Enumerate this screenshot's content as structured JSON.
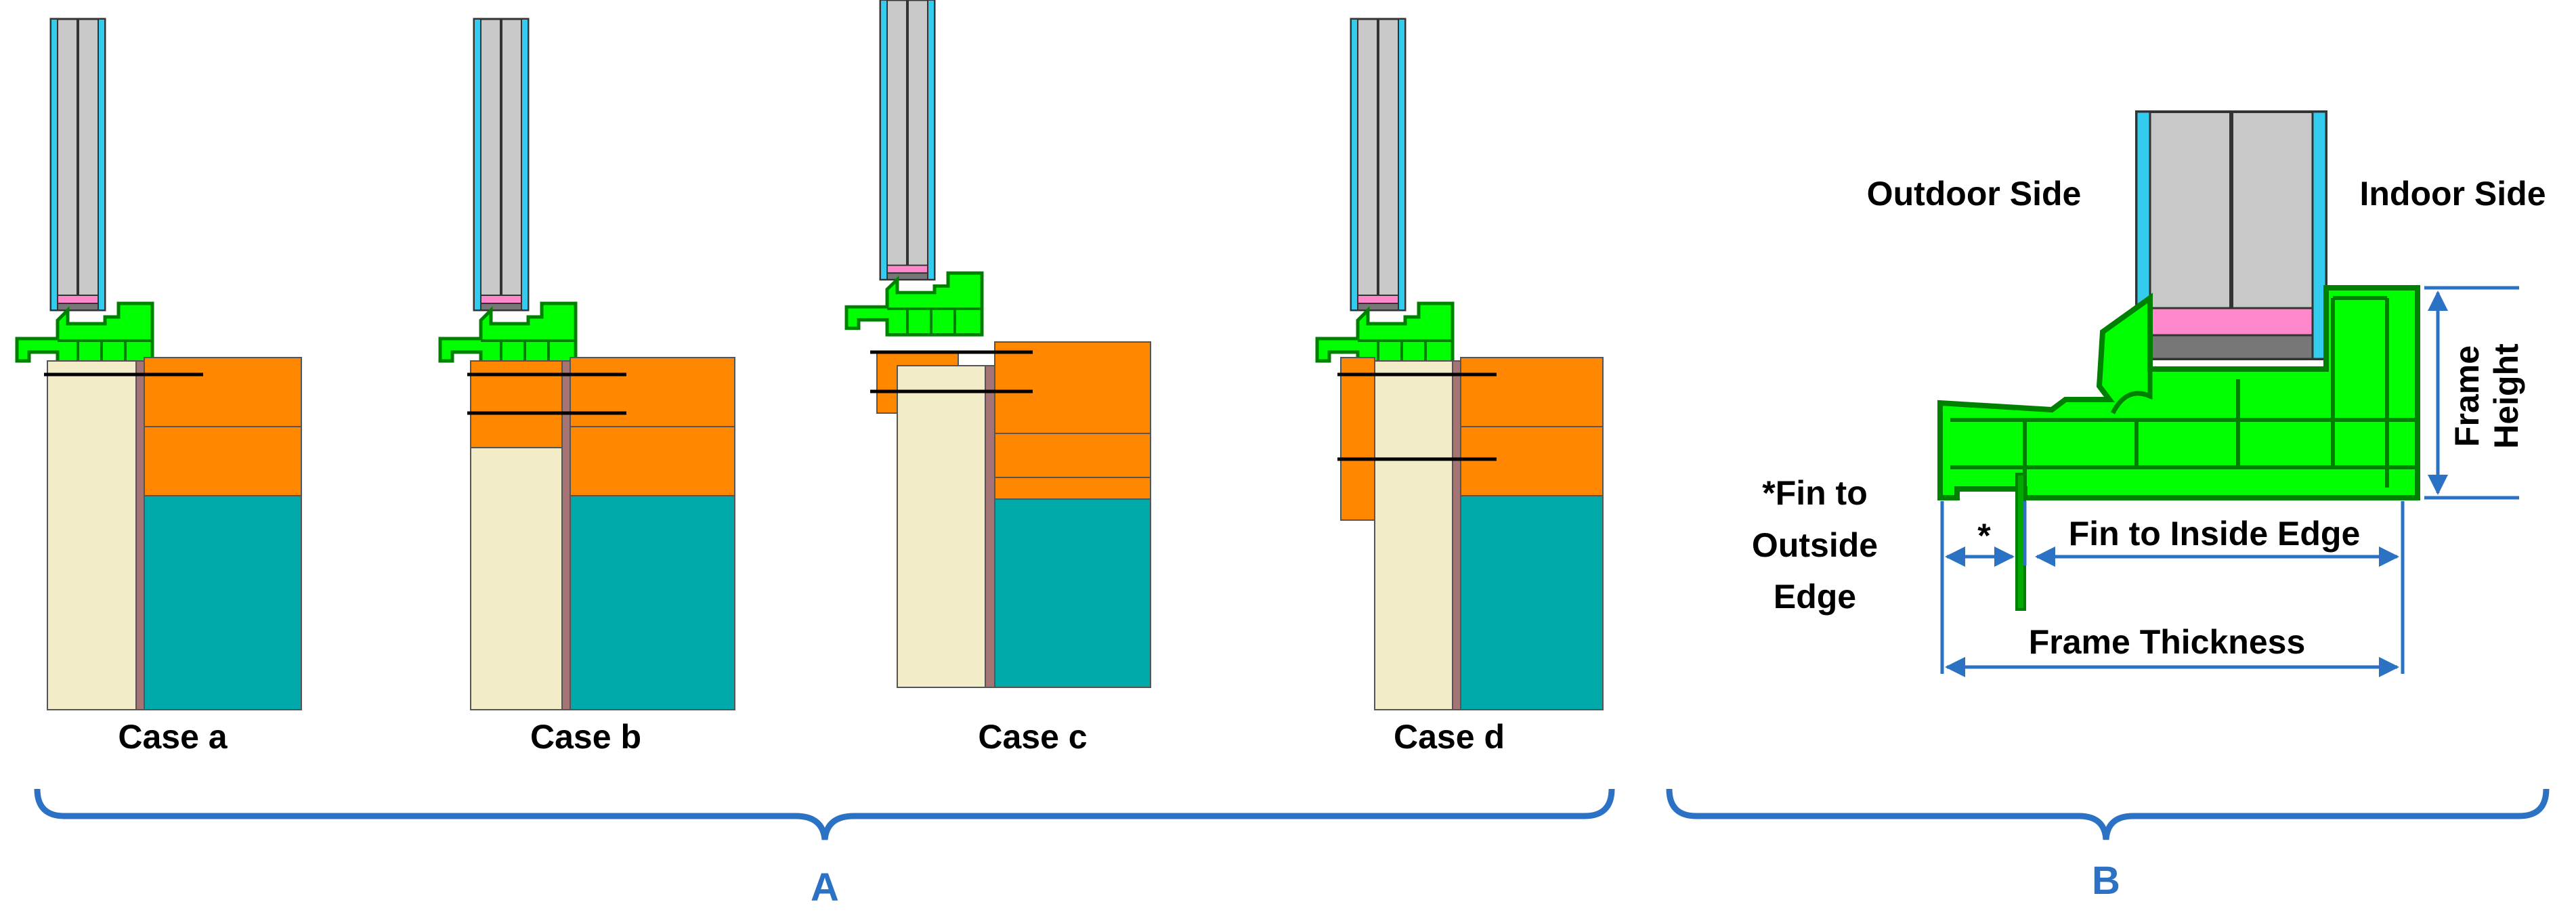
{
  "colors": {
    "frame_green": "#00ff00",
    "frame_dark_green": "#008000",
    "glass_gray": "#c8c8c8",
    "glass_edge_cyan": "#33ccee",
    "spacer_pink": "#ff88cc",
    "spacer_gray": "#777777",
    "wall_orange": "#ff8800",
    "wall_teal": "#00aaaa",
    "stud_cream": "#f2edc8",
    "sheathing_brown": "#a57575",
    "dimension_blue": "#2b72c4",
    "label_black": "#000000"
  },
  "panel_a": {
    "label": "A",
    "cases": [
      {
        "label": "Case a"
      },
      {
        "label": "Case b"
      },
      {
        "label": "Case c"
      },
      {
        "label": "Case d"
      }
    ]
  },
  "panel_b": {
    "label": "B",
    "outdoor_side": "Outdoor Side",
    "indoor_side": "Indoor Side",
    "frame_height_line1": "Frame",
    "frame_height_line2": "Height",
    "fin_outside_line1": "*Fin to",
    "fin_outside_line2": "Outside",
    "fin_outside_line3": "Edge",
    "asterisk": "*",
    "fin_inside": "Fin to Inside Edge",
    "frame_thickness": "Frame Thickness"
  }
}
